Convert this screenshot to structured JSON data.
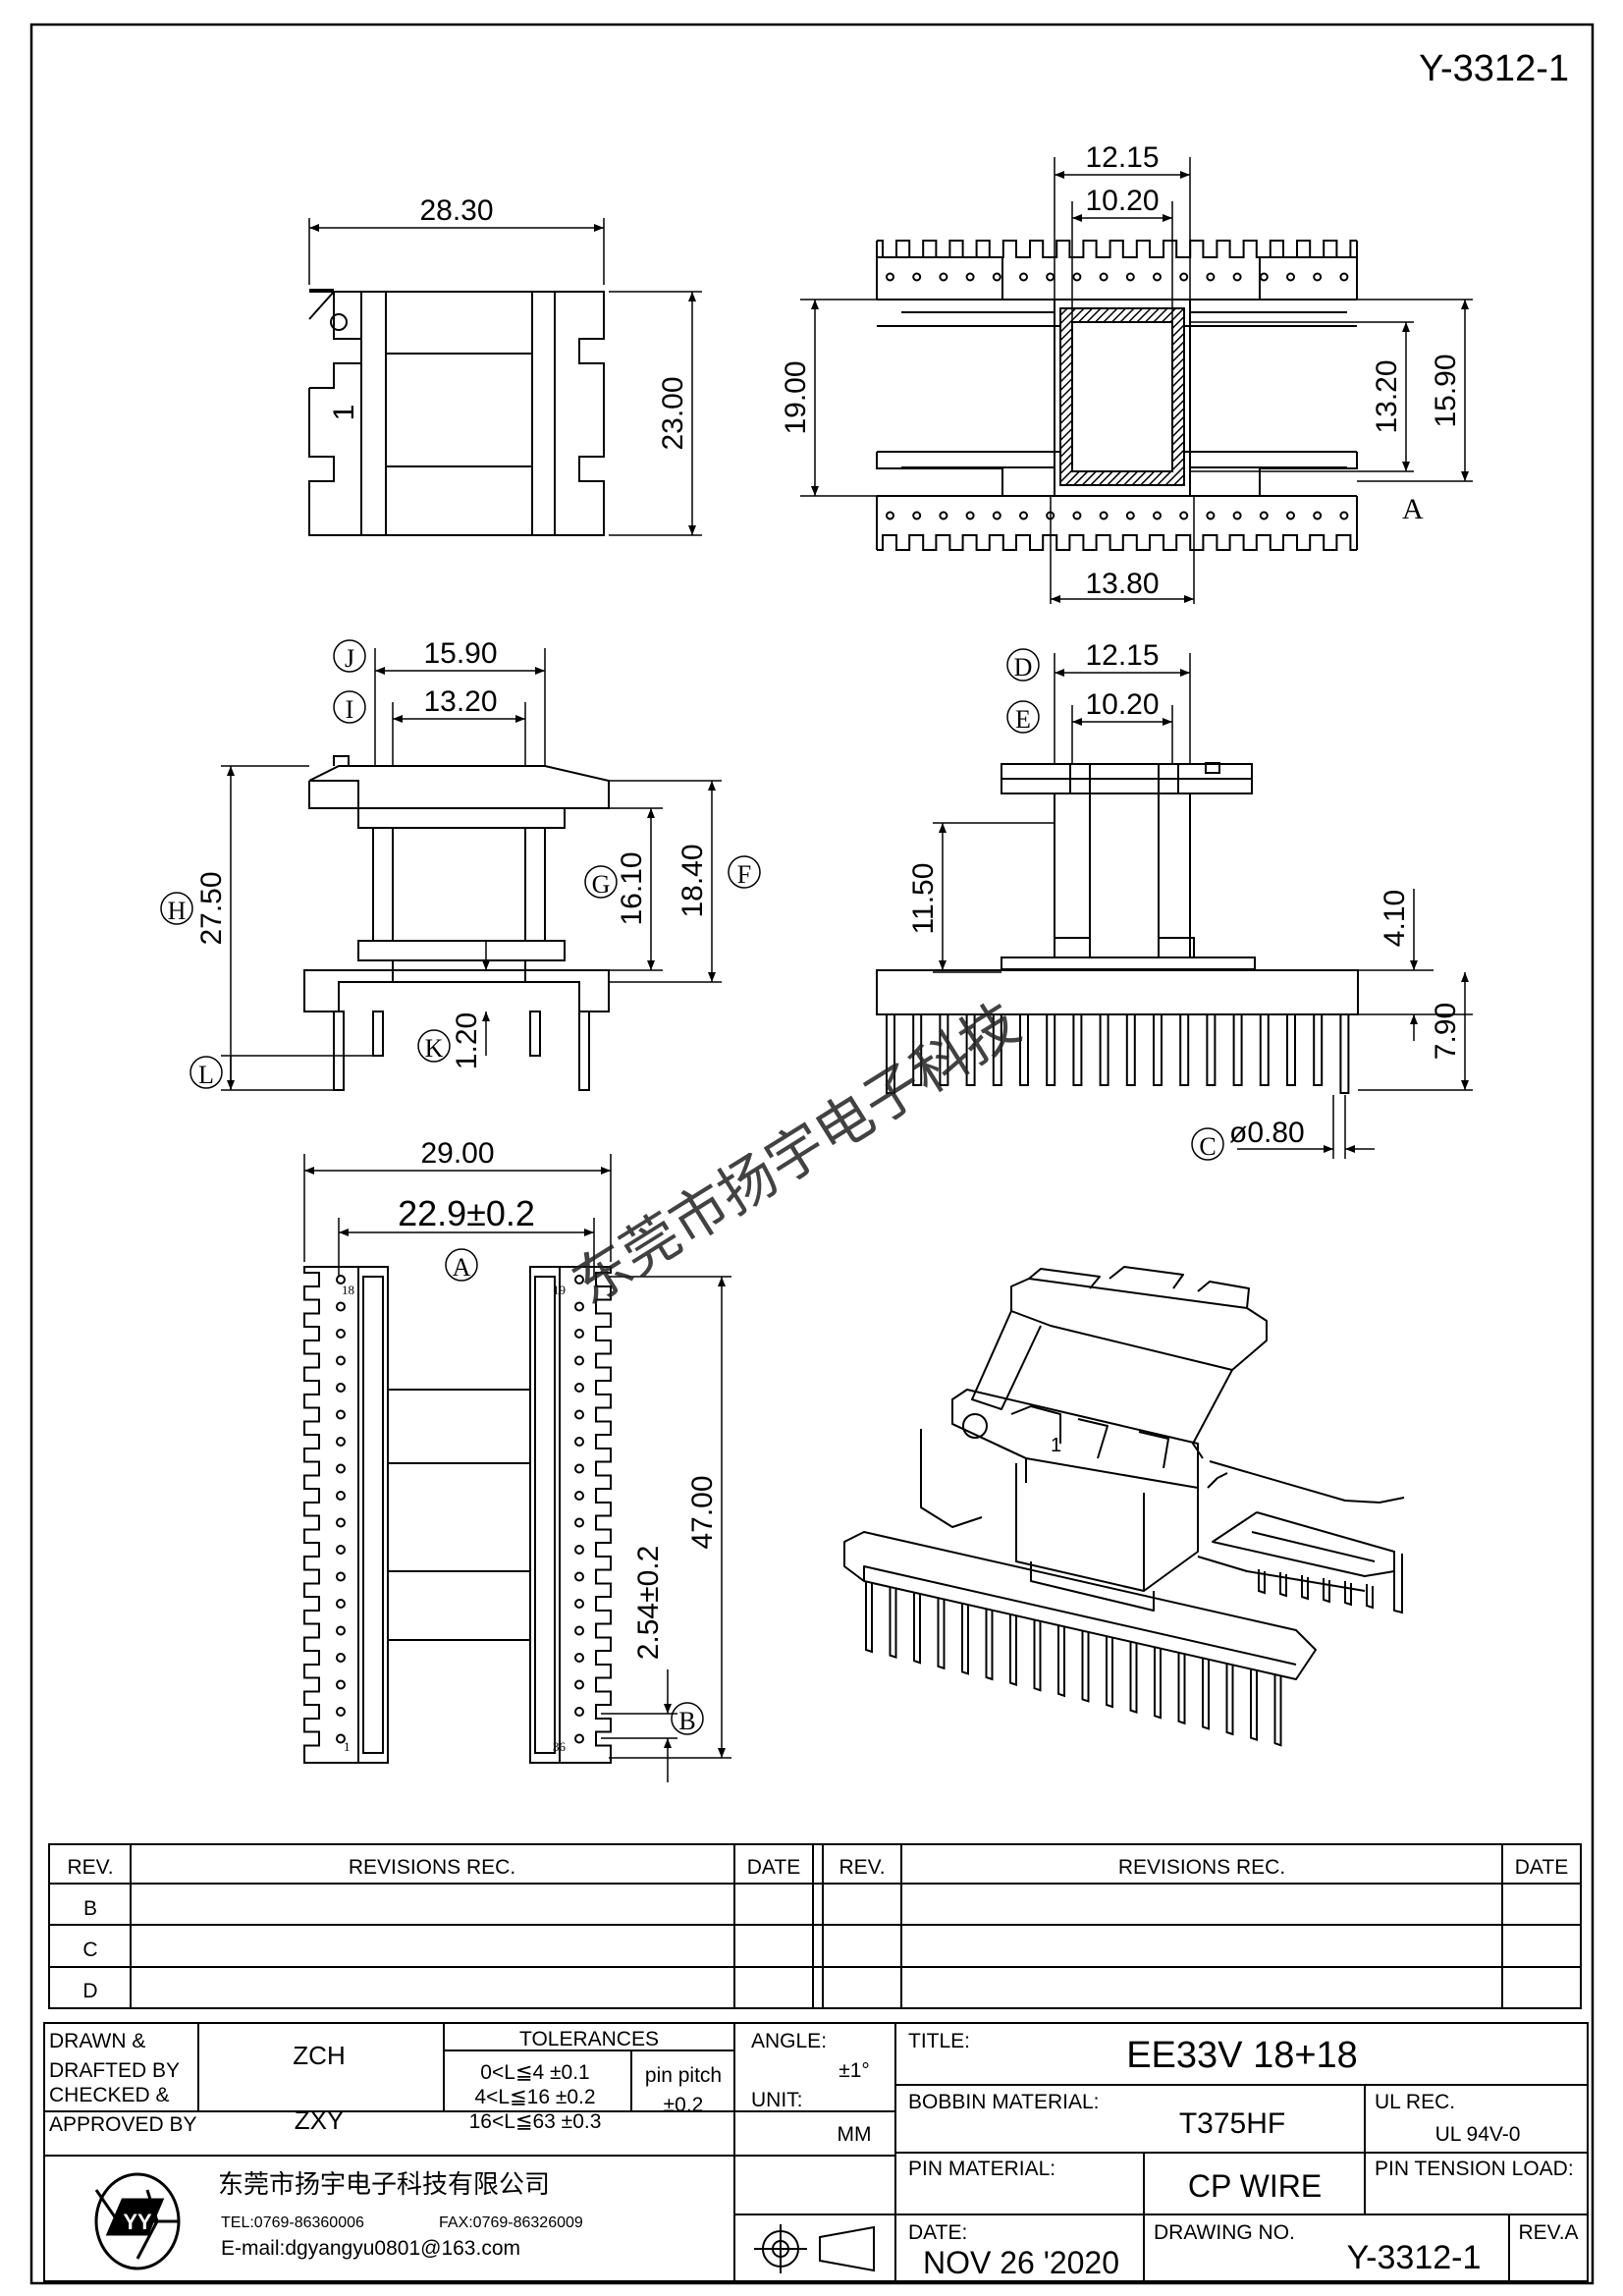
{
  "drawing_number_top": "Y-3312-1",
  "dimensions": {
    "top_width_1215": "12.15",
    "top_width_1020": "10.20",
    "top_height_1900": "19.00",
    "top_height_1320": "13.20",
    "top_height_1590": "15.90",
    "top_width_1380": "13.80",
    "side_width_2830": "28.30",
    "side_height_2300": "23.00",
    "front_j_1590": "15.90",
    "front_i_1320": "13.20",
    "front_h_2750": "27.50",
    "front_g_1610": "16.10",
    "front_f_1840": "18.40",
    "front_k_120": "1.20",
    "right_d_1215": "12.15",
    "right_e_1020": "10.20",
    "right_1150": "11.50",
    "right_410": "4.10",
    "right_790": "7.90",
    "pin_dia": "ø0.80",
    "bottom_2900": "29.00",
    "bottom_229": "22.9±0.2",
    "bottom_4700": "47.00",
    "bottom_254": "2.54±0.2"
  },
  "datum_labels": {
    "A": "A",
    "B": "B",
    "C": "C",
    "D": "D",
    "E": "E",
    "F": "F",
    "G": "G",
    "H": "H",
    "I": "I",
    "J": "J",
    "K": "K",
    "L": "L"
  },
  "side_mark": "1",
  "pin_numbers": {
    "p18": "18",
    "p1": "1",
    "p19": "19",
    "p36": "36"
  },
  "watermark": "东莞市扬宇电子科技",
  "revisions": {
    "header_rev": "REV.",
    "header_rec": "REVISIONS   REC.",
    "header_date": "DATE",
    "rows": [
      "B",
      "C",
      "D"
    ]
  },
  "title_block": {
    "drawn_label_1": "DRAWN &",
    "drawn_label_2": "DRAFTED BY",
    "drawn_by": "ZCH",
    "checked_label_1": "CHECKED &",
    "checked_label_2": "APPROVED BY",
    "checked_by": "ZXY",
    "tolerances_label": "TOLERANCES",
    "tol_1": "0<L≦4   ±0.1",
    "tol_2": "4<L≦16  ±0.2",
    "tol_3": "16<L≦63  ±0.3",
    "pin_pitch_label": "pin  pitch",
    "pin_pitch_value": "±0.2",
    "angle_label": "ANGLE:",
    "angle_value": "±1°",
    "unit_label": "UNIT:",
    "unit_value": "MM",
    "title_label": "TITLE:",
    "title_value": "EE33V  18+18",
    "bobbin_material_label": "BOBBIN  MATERIAL:",
    "bobbin_material_value": "T375HF",
    "ul_rec_label": "UL  REC.",
    "ul_rec_value": "UL  94V-0",
    "pin_material_label": "PIN  MATERIAL:",
    "pin_material_value": "CP  WIRE",
    "pin_tension_label": "PIN  TENSION  LOAD:",
    "date_label": "DATE:",
    "date_value": "NOV  26  '2020",
    "drawing_no_label": "DRAWING  NO.",
    "drawing_no_value": "Y-3312-1",
    "rev_label": "REV.A",
    "company_name": "东莞市扬宇电子科技有限公司",
    "tel": "TEL:0769-86360006",
    "fax": "FAX:0769-86326009",
    "email": "E-mail:dgyangyu0801@163.com",
    "logo_letters": "YY"
  }
}
